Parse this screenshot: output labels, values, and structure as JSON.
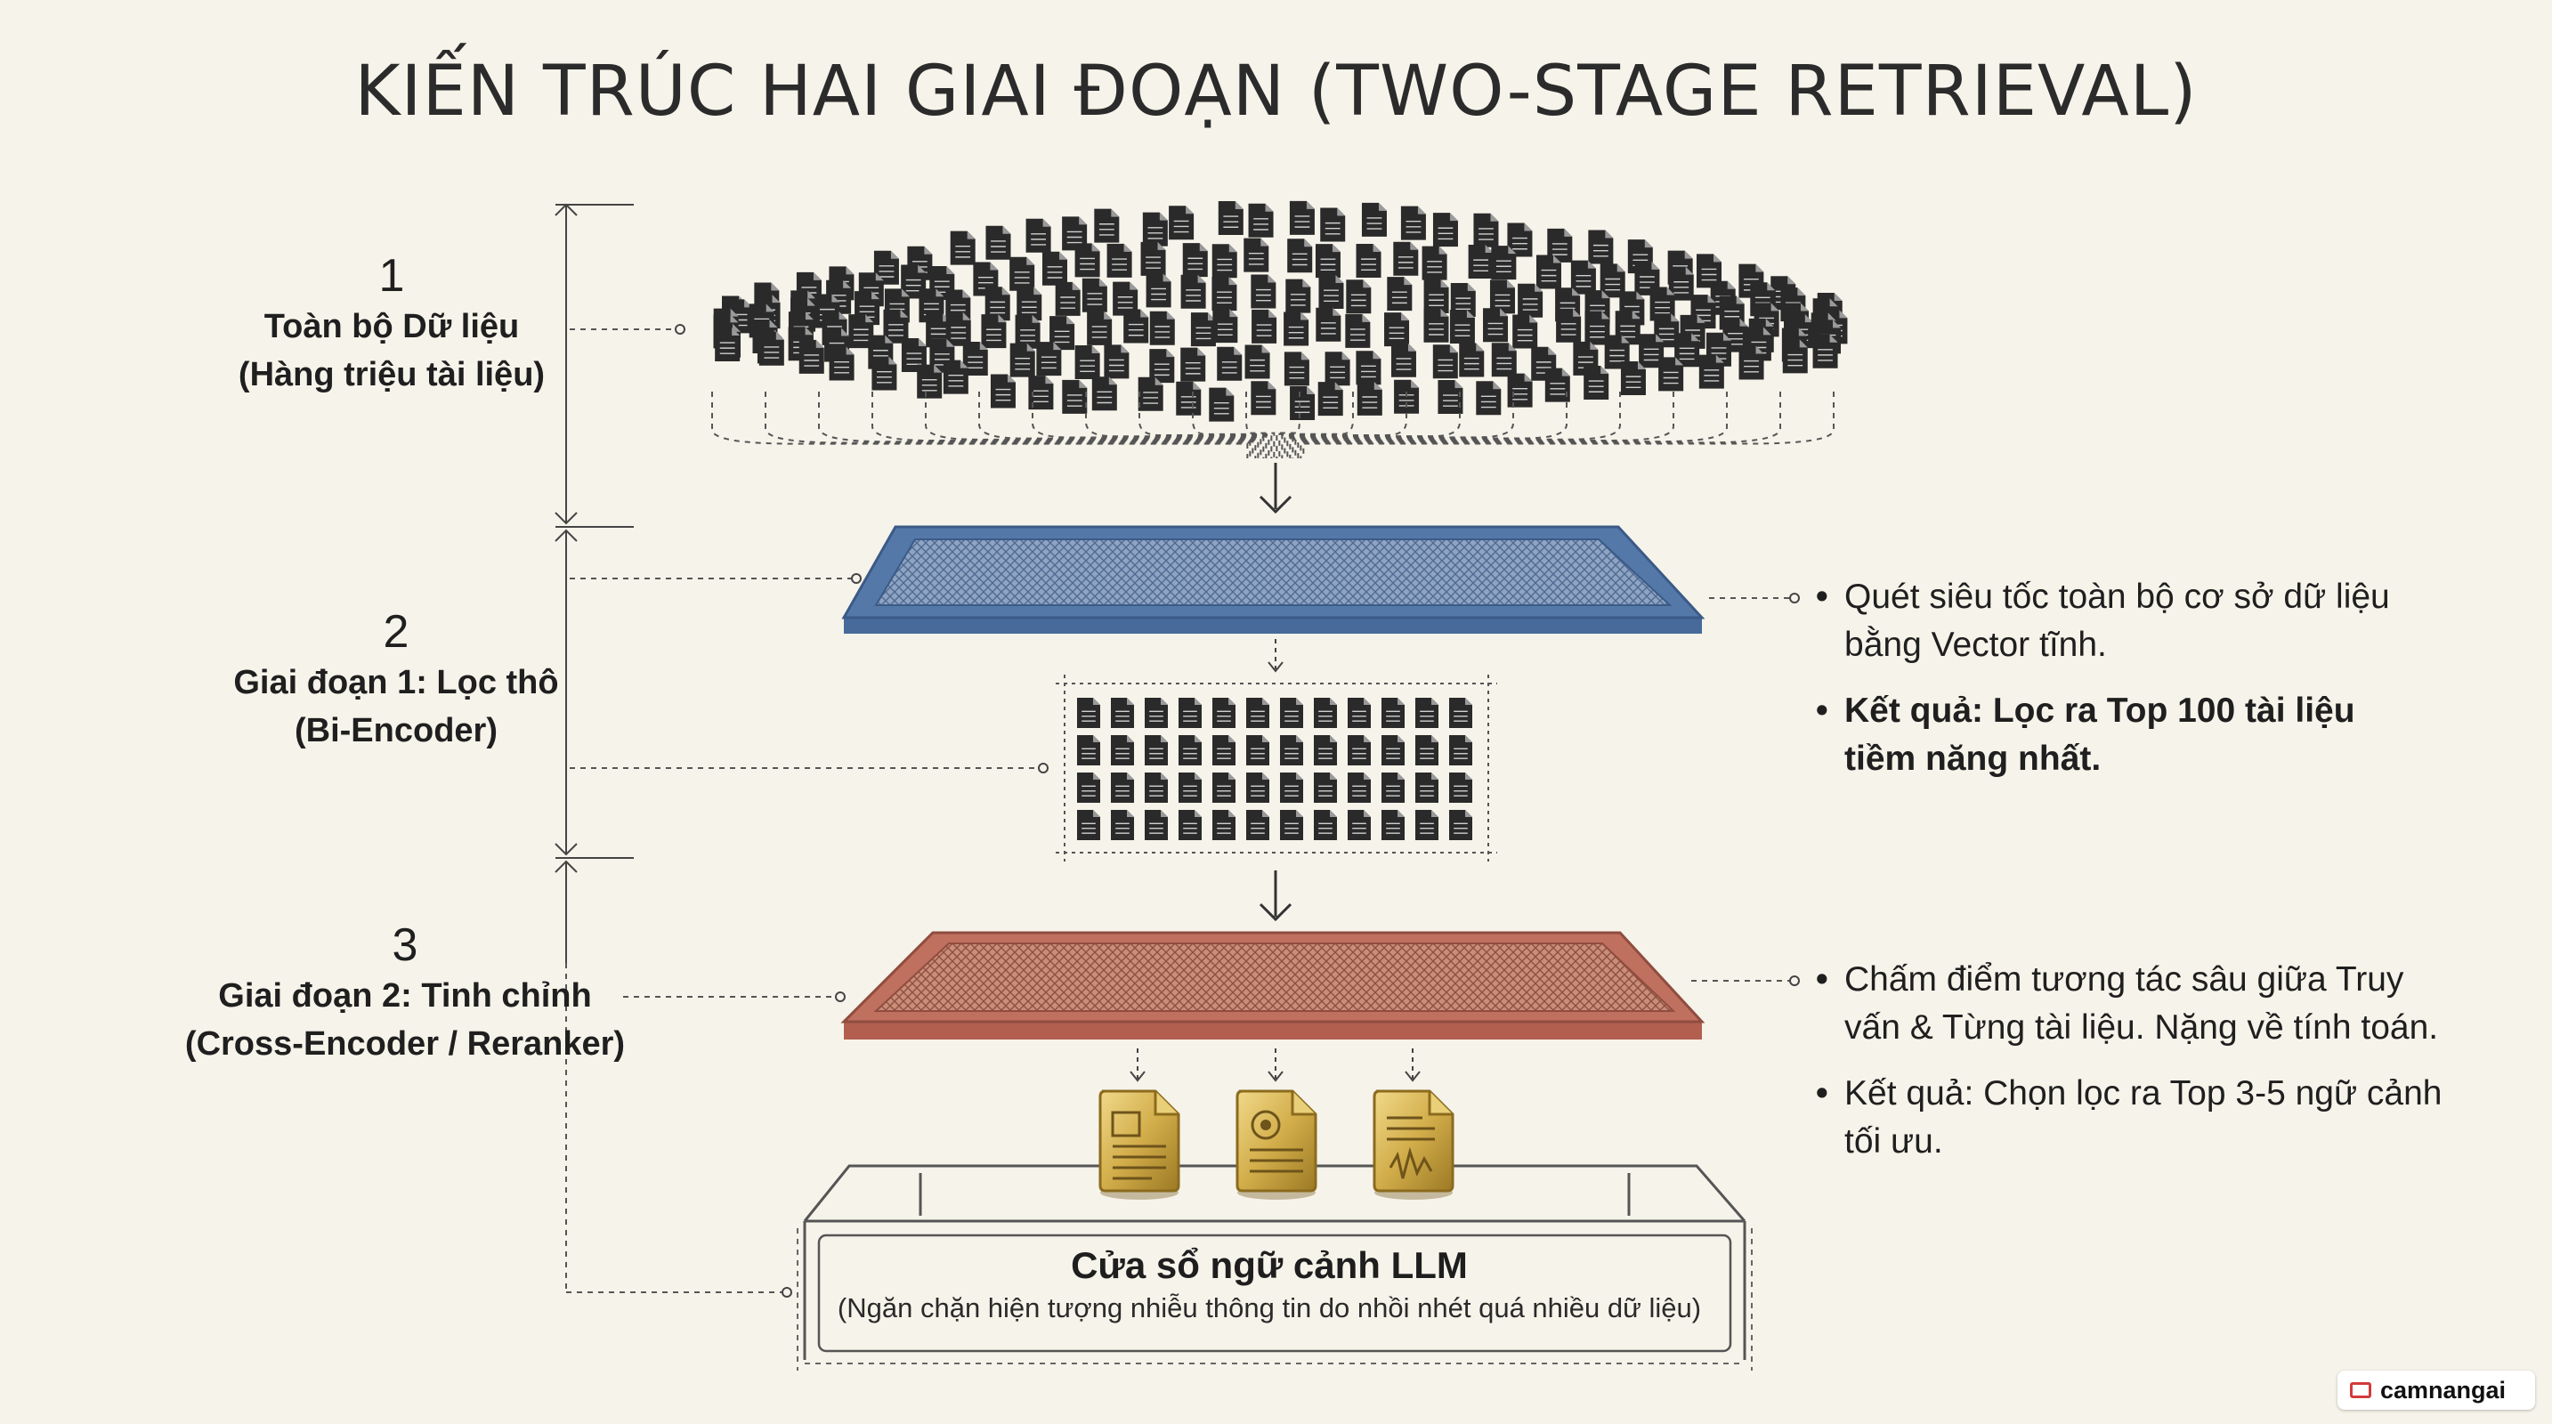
{
  "title": "KIẾN TRÚC HAI GIAI ĐOẠN (TWO-STAGE RETRIEVAL)",
  "stages": [
    {
      "number": "1",
      "line1": "Toàn bộ Dữ liệu",
      "line2": "(Hàng triệu tài liệu)"
    },
    {
      "number": "2",
      "line1": "Giai đoạn 1: Lọc thô",
      "line2": "(Bi-Encoder)"
    },
    {
      "number": "3",
      "line1": "Giai đoạn 2: Tinh chỉnh",
      "line2": "(Cross-Encoder / Reranker)"
    }
  ],
  "stage1_bullets": {
    "b1_l1": "Quét siêu tốc toàn bộ cơ sở dữ liệu",
    "b1_l2": "bằng Vector tĩnh.",
    "b2_l1": "Kết quả: Lọc ra Top 100 tài liệu",
    "b2_l2": "tiềm năng nhất."
  },
  "stage2_bullets": {
    "b1_l1": "Chấm điểm tương tác sâu giữa Truy",
    "b1_l2": "vấn & Từng tài liệu. Nặng về tính toán.",
    "b2_l1": "Kết quả: Chọn lọc ra Top 3-5 ngữ cảnh",
    "b2_l2": "tối ưu."
  },
  "llm_window": {
    "title": "Cửa sổ ngữ cảnh LLM",
    "subtitle": "(Ngăn chặn hiện tượng nhiễu thông tin do nhồi nhét quá nhiều dữ liệu)"
  },
  "watermark": "camnangai",
  "colors": {
    "background": "#f6f3ea",
    "filter_blue": "#5479a8",
    "filter_red": "#c0705f",
    "gold": "#d4b04c",
    "document": "#2a2a2a"
  }
}
